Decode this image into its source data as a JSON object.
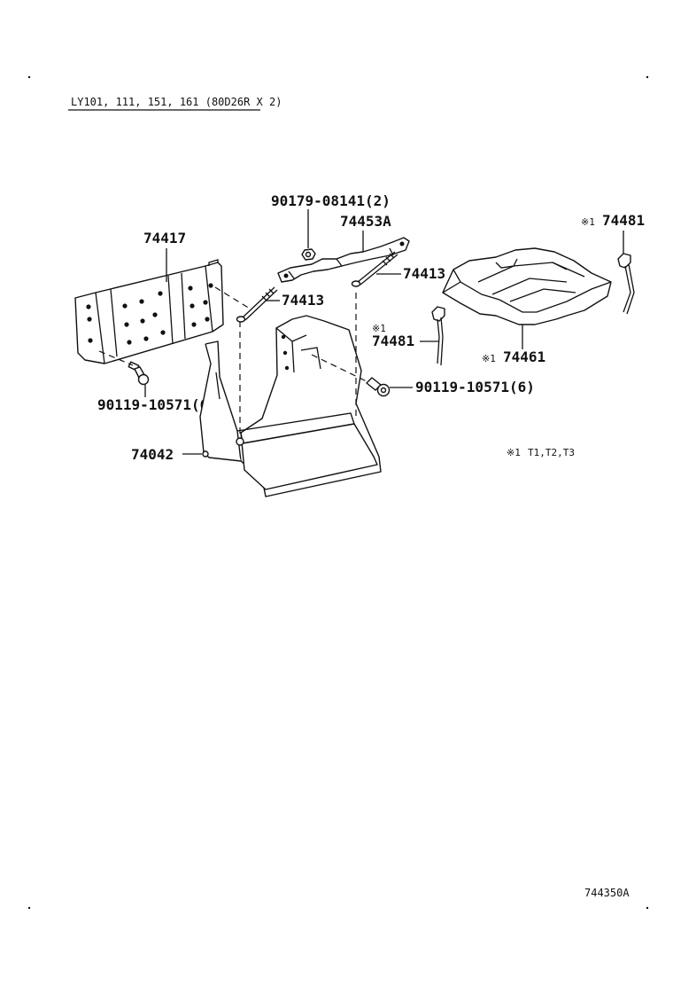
{
  "header": {
    "applicability": "LY101, 111, 151, 161 (80D26R X 2)"
  },
  "parts": {
    "p90179": "90179-08141(2)",
    "p74453A": "74453A",
    "p74417": "74417",
    "p74413_right": "74413",
    "p74413_left": "74413",
    "p74481_top": "74481",
    "p74481_mid": "74481",
    "p74461": "74461",
    "p90119_left": "90119-10571(6)",
    "p90119_right": "90119-10571(6)",
    "p74042": "74042"
  },
  "marks": {
    "m74481_top": "※1",
    "m74481_mid": "※1",
    "m74461": "※1"
  },
  "legend": {
    "mark": "※1",
    "text": "T1,T2,T3"
  },
  "footer": {
    "illustration_number": "744350A"
  }
}
